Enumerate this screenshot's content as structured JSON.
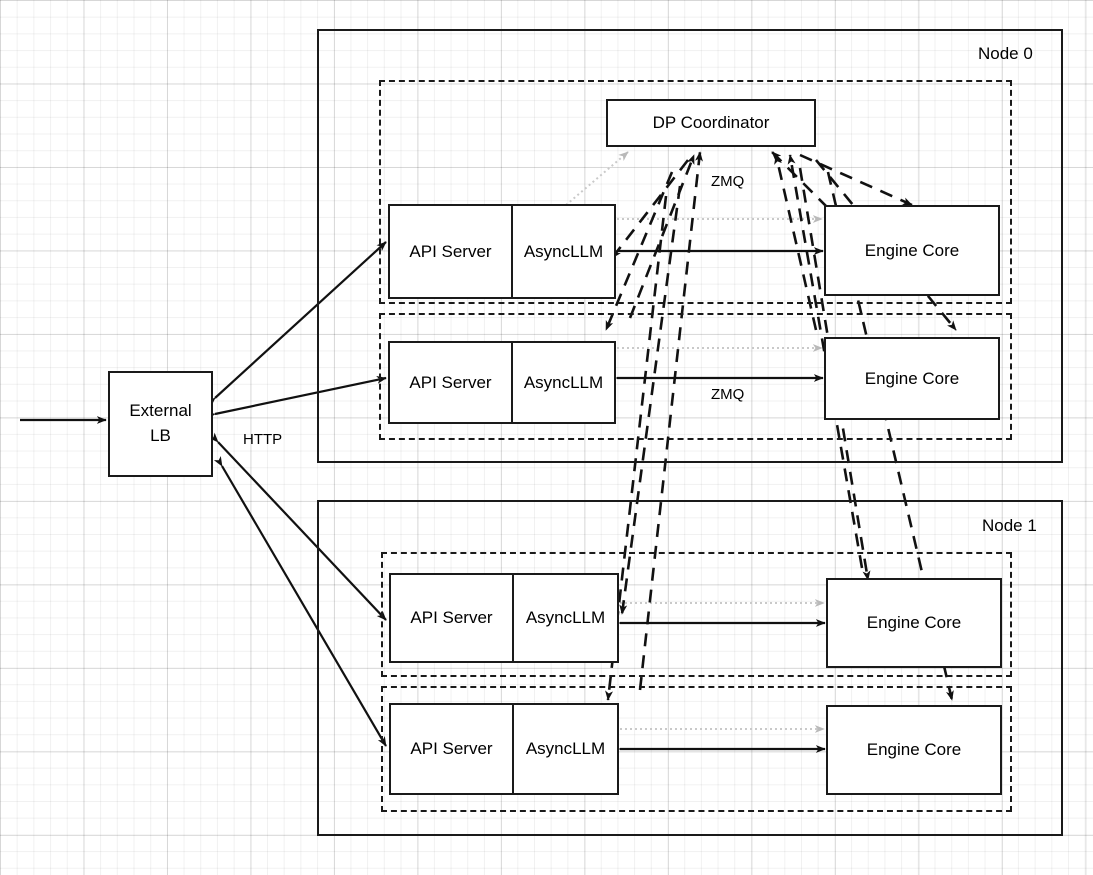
{
  "diagram": {
    "title": "vLLM data-parallel deployment topology",
    "background": "#ffffff",
    "stroke": "#1a1a1a",
    "ghost_stroke": "#bfbfbf"
  },
  "external": {
    "lb_line1": "External",
    "lb_line2": "LB",
    "http_label": "HTTP"
  },
  "nodes": [
    {
      "label": "Node 0",
      "groups": [
        {
          "api_server": "API Server",
          "async_llm": "AsyncLLM",
          "engine_core": "Engine Core",
          "zmq_label": "ZMQ"
        },
        {
          "api_server": "API Server",
          "async_llm": "AsyncLLM",
          "engine_core": "Engine Core",
          "zmq_label": "ZMQ"
        }
      ],
      "coordinator": "DP Coordinator"
    },
    {
      "label": "Node 1",
      "groups": [
        {
          "api_server": "API Server",
          "async_llm": "AsyncLLM",
          "engine_core": "Engine Core",
          "zmq_label": ""
        },
        {
          "api_server": "API Server",
          "async_llm": "AsyncLLM",
          "engine_core": "Engine Core",
          "zmq_label": ""
        }
      ]
    }
  ]
}
